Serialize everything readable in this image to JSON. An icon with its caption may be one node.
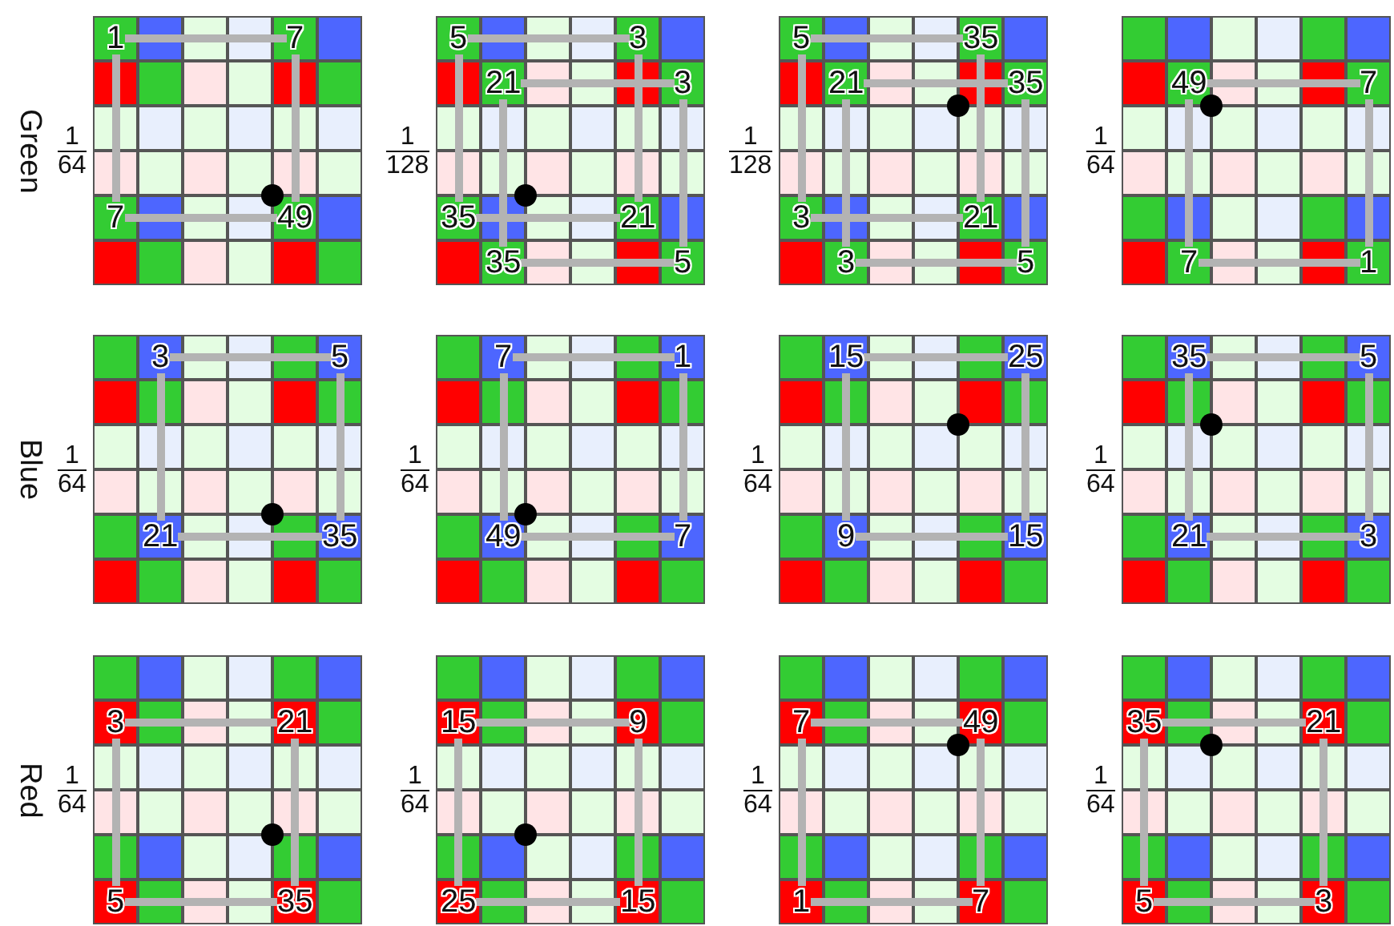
{
  "diagram": {
    "nodes": [
      {
        "text": [],
        "shape": "box",
        "beside": [
          "1",
          "64"
        ]
      },
      {
        "text": [
          "1"
        ],
        "in": 0
      },
      {
        "text": [
          "7"
        ],
        "in": 0
      },
      {
        "text": [
          "7"
        ],
        "in": 0
      },
      {
        "text": [
          "49"
        ],
        "in": 0
      },
      {
        "text": [],
        "shape": "box",
        "beside": [
          "1",
          "128"
        ]
      },
      {
        "text": [
          "5"
        ],
        "in": 5
      },
      {
        "text": [
          "3"
        ],
        "in": 5
      },
      {
        "text": [
          "21"
        ],
        "in": 5
      },
      {
        "text": [
          "3"
        ],
        "in": 5
      },
      {
        "text": [
          "35"
        ],
        "in": 5
      },
      {
        "text": [
          "21"
        ],
        "in": 5
      },
      {
        "text": [
          "35"
        ],
        "in": 5
      },
      {
        "text": [
          "5"
        ],
        "in": 5
      },
      {
        "text": [],
        "shape": "box",
        "beside": [
          "1",
          "128"
        ]
      },
      {
        "text": [
          "5"
        ],
        "in": 14
      },
      {
        "text": [
          "35"
        ],
        "in": 14
      },
      {
        "text": [
          "21"
        ],
        "in": 14
      },
      {
        "text": [
          "35"
        ],
        "in": 14
      },
      {
        "text": [
          "3"
        ],
        "in": 14
      },
      {
        "text": [
          "21"
        ],
        "in": 14
      },
      {
        "text": [
          "3"
        ],
        "in": 14
      },
      {
        "text": [
          "5"
        ],
        "in": 14
      },
      {
        "text": [],
        "shape": "box",
        "beside": [
          "1",
          "64"
        ]
      },
      {
        "text": [
          "49"
        ],
        "in": 23
      },
      {
        "text": [
          "7"
        ],
        "in": 23
      },
      {
        "text": [
          "7"
        ],
        "in": 23
      },
      {
        "text": [
          "1"
        ],
        "in": 23
      },
      {
        "text": [],
        "shape": "box",
        "beside": [
          "1",
          "64"
        ]
      },
      {
        "text": [
          "3"
        ],
        "in": 28
      },
      {
        "text": [
          "5"
        ],
        "in": 28
      },
      {
        "text": [
          "21"
        ],
        "in": 28
      },
      {
        "text": [
          "35"
        ],
        "in": 28
      },
      {
        "text": [],
        "shape": "box",
        "beside": [
          "1",
          "64"
        ]
      },
      {
        "text": [
          "7"
        ],
        "in": 33
      },
      {
        "text": [
          "1"
        ],
        "in": 33
      },
      {
        "text": [
          "49"
        ],
        "in": 33
      },
      {
        "text": [
          "7"
        ],
        "in": 33
      },
      {
        "text": [],
        "shape": "box",
        "beside": [
          "1",
          "64"
        ]
      },
      {
        "text": [
          "15"
        ],
        "in": 38
      },
      {
        "text": [
          "25"
        ],
        "in": 38
      },
      {
        "text": [
          "9"
        ],
        "in": 38
      },
      {
        "text": [
          "15"
        ],
        "in": 38
      },
      {
        "text": [],
        "shape": "box",
        "beside": [
          "1",
          "64"
        ]
      },
      {
        "text": [
          "35"
        ],
        "in": 43
      },
      {
        "text": [
          "5"
        ],
        "in": 43
      },
      {
        "text": [
          "21"
        ],
        "in": 43
      },
      {
        "text": [
          "3"
        ],
        "in": 43
      },
      {
        "text": [],
        "shape": "box",
        "beside": [
          "1",
          "64"
        ]
      },
      {
        "text": [
          "3"
        ],
        "in": 48
      },
      {
        "text": [
          "21"
        ],
        "in": 48
      },
      {
        "text": [
          "5"
        ],
        "in": 48
      },
      {
        "text": [
          "35"
        ],
        "in": 48
      },
      {
        "text": [],
        "shape": "box",
        "beside": [
          "1",
          "64"
        ]
      },
      {
        "text": [
          "15"
        ],
        "in": 53
      },
      {
        "text": [
          "9"
        ],
        "in": 53
      },
      {
        "text": [
          "25"
        ],
        "in": 53
      },
      {
        "text": [
          "15"
        ],
        "in": 53
      },
      {
        "text": [],
        "shape": "box",
        "beside": [
          "1",
          "64"
        ]
      },
      {
        "text": [
          "7"
        ],
        "in": 58
      },
      {
        "text": [
          "49"
        ],
        "in": 58
      },
      {
        "text": [
          "1"
        ],
        "in": 58
      },
      {
        "text": [
          "7"
        ],
        "in": 58
      },
      {
        "text": [],
        "shape": "box",
        "beside": [
          "1",
          "64"
        ]
      },
      {
        "text": [
          "35"
        ],
        "in": 63
      },
      {
        "text": [
          "21"
        ],
        "in": 63
      },
      {
        "text": [
          "5"
        ],
        "in": 63
      },
      {
        "text": [
          "3"
        ],
        "in": 63
      }
    ],
    "edges": [
      {
        "from": 1,
        "to": 2,
        "arrow": "none"
      },
      {
        "from": 2,
        "to": 4,
        "arrow": "none"
      },
      {
        "from": 3,
        "to": 4,
        "arrow": "none"
      },
      {
        "from": 1,
        "to": 3,
        "arrow": "none"
      },
      {
        "from": 6,
        "to": 7,
        "arrow": "none"
      },
      {
        "from": 7,
        "to": 11,
        "arrow": "none"
      },
      {
        "from": 10,
        "to": 11,
        "arrow": "none"
      },
      {
        "from": 6,
        "to": 10,
        "arrow": "none"
      },
      {
        "from": 8,
        "to": 9,
        "arrow": "none"
      },
      {
        "from": 9,
        "to": 13,
        "arrow": "none"
      },
      {
        "from": 12,
        "to": 13,
        "arrow": "none"
      },
      {
        "from": 8,
        "to": 12,
        "arrow": "none"
      },
      {
        "from": 15,
        "to": 16,
        "arrow": "none"
      },
      {
        "from": 16,
        "to": 20,
        "arrow": "none"
      },
      {
        "from": 19,
        "to": 20,
        "arrow": "none"
      },
      {
        "from": 15,
        "to": 19,
        "arrow": "none"
      },
      {
        "from": 17,
        "to": 18,
        "arrow": "none"
      },
      {
        "from": 18,
        "to": 22,
        "arrow": "none"
      },
      {
        "from": 21,
        "to": 22,
        "arrow": "none"
      },
      {
        "from": 17,
        "to": 21,
        "arrow": "none"
      },
      {
        "from": 24,
        "to": 25,
        "arrow": "none"
      },
      {
        "from": 25,
        "to": 27,
        "arrow": "none"
      },
      {
        "from": 26,
        "to": 27,
        "arrow": "none"
      },
      {
        "from": 24,
        "to": 26,
        "arrow": "none"
      },
      {
        "from": 29,
        "to": 30,
        "arrow": "none"
      },
      {
        "from": 30,
        "to": 32,
        "arrow": "none"
      },
      {
        "from": 31,
        "to": 32,
        "arrow": "none"
      },
      {
        "from": 29,
        "to": 31,
        "arrow": "none"
      },
      {
        "from": 34,
        "to": 35,
        "arrow": "none"
      },
      {
        "from": 35,
        "to": 37,
        "arrow": "none"
      },
      {
        "from": 36,
        "to": 37,
        "arrow": "none"
      },
      {
        "from": 34,
        "to": 36,
        "arrow": "none"
      },
      {
        "from": 39,
        "to": 40,
        "arrow": "none"
      },
      {
        "from": 40,
        "to": 42,
        "arrow": "none"
      },
      {
        "from": 41,
        "to": 42,
        "arrow": "none"
      },
      {
        "from": 39,
        "to": 41,
        "arrow": "none"
      },
      {
        "from": 44,
        "to": 45,
        "arrow": "none"
      },
      {
        "from": 45,
        "to": 47,
        "arrow": "none"
      },
      {
        "from": 46,
        "to": 47,
        "arrow": "none"
      },
      {
        "from": 44,
        "to": 46,
        "arrow": "none"
      },
      {
        "from": 49,
        "to": 50,
        "arrow": "none"
      },
      {
        "from": 50,
        "to": 52,
        "arrow": "none"
      },
      {
        "from": 51,
        "to": 52,
        "arrow": "none"
      },
      {
        "from": 49,
        "to": 51,
        "arrow": "none"
      },
      {
        "from": 54,
        "to": 55,
        "arrow": "none"
      },
      {
        "from": 55,
        "to": 57,
        "arrow": "none"
      },
      {
        "from": 56,
        "to": 57,
        "arrow": "none"
      },
      {
        "from": 54,
        "to": 56,
        "arrow": "none"
      },
      {
        "from": 59,
        "to": 60,
        "arrow": "none"
      },
      {
        "from": 60,
        "to": 62,
        "arrow": "none"
      },
      {
        "from": 61,
        "to": 62,
        "arrow": "none"
      },
      {
        "from": 59,
        "to": 61,
        "arrow": "none"
      },
      {
        "from": 64,
        "to": 65,
        "arrow": "none"
      },
      {
        "from": 65,
        "to": 67,
        "arrow": "none"
      },
      {
        "from": 66,
        "to": 67,
        "arrow": "none"
      },
      {
        "from": 64,
        "to": 66,
        "arrow": "none"
      }
    ],
    "labels": [
      "Green",
      "Blue",
      "Red"
    ]
  }
}
